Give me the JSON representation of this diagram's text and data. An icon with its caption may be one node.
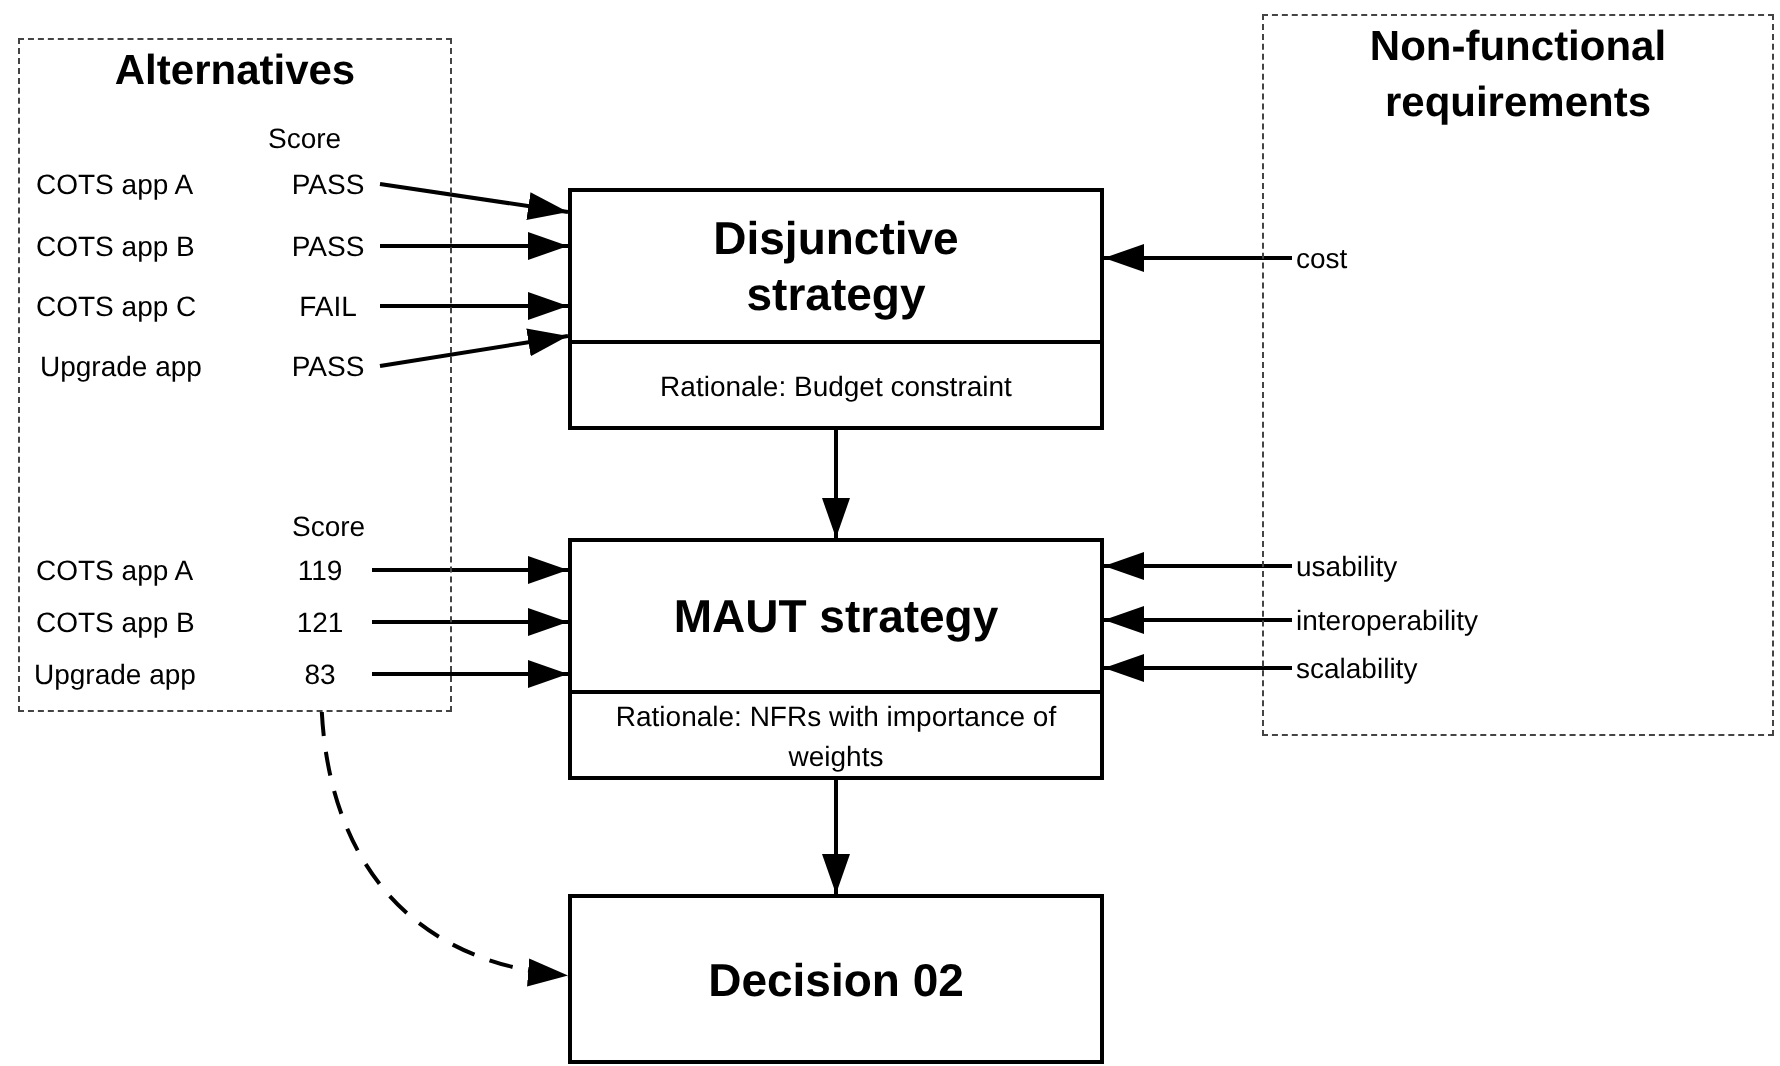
{
  "diagram": {
    "nodes": [
      {
        "text": [
          "Alternatives"
        ]
      },
      {
        "text": [
          "PASS"
        ],
        "in": 0,
        "beside": [
          "COTS app A"
        ]
      },
      {
        "text": [
          "PASS"
        ],
        "in": 0,
        "beside": [
          "COTS app B"
        ]
      },
      {
        "text": [
          "FAIL"
        ],
        "in": 0,
        "beside": [
          "COTS app C"
        ]
      },
      {
        "text": [
          "PASS"
        ],
        "in": 0,
        "beside": [
          "Upgrade app"
        ]
      },
      {
        "text": [
          "119"
        ],
        "in": 0,
        "beside": [
          "COTS app A"
        ]
      },
      {
        "text": [
          "121"
        ],
        "in": 0,
        "beside": [
          "COTS app B"
        ]
      },
      {
        "text": [
          "83"
        ],
        "in": 0,
        "beside": [
          "Upgrade app"
        ]
      },
      {
        "text": [
          "Non-functional requirements"
        ]
      },
      {
        "text": [
          "cost"
        ],
        "in": 8
      },
      {
        "text": [
          "usability"
        ],
        "in": 8
      },
      {
        "text": [
          "interoperability"
        ],
        "in": 8
      },
      {
        "text": [
          "scalability"
        ],
        "in": 8
      },
      {
        "text": [
          "Disjunctive strategy",
          "Rationale: Budget constraint"
        ]
      },
      {
        "text": [
          "MAUT strategy",
          "Rationale: NFRs with importance of weights"
        ]
      },
      {
        "text": [
          "Decision 02"
        ]
      }
    ],
    "edges": [
      {
        "from": 1,
        "to": 13,
        "arrow": "to"
      },
      {
        "from": 2,
        "to": 13,
        "arrow": "to"
      },
      {
        "from": 3,
        "to": 13,
        "arrow": "to"
      },
      {
        "from": 4,
        "to": 13,
        "arrow": "to"
      },
      {
        "from": 5,
        "to": 14,
        "arrow": "to"
      },
      {
        "from": 6,
        "to": 14,
        "arrow": "to"
      },
      {
        "from": 7,
        "to": 14,
        "arrow": "to"
      },
      {
        "from": 9,
        "to": 13,
        "arrow": "to"
      },
      {
        "from": 10,
        "to": 14,
        "arrow": "to"
      },
      {
        "from": 11,
        "to": 14,
        "arrow": "to"
      },
      {
        "from": 12,
        "to": 14,
        "arrow": "to"
      },
      {
        "from": 13,
        "to": 14,
        "arrow": "to"
      },
      {
        "from": 14,
        "to": 15,
        "arrow": "to"
      },
      {
        "from": 0,
        "to": 15,
        "arrow": "to",
        "style": "dashed"
      }
    ],
    "labels": [
      "Score",
      "Score"
    ]
  }
}
